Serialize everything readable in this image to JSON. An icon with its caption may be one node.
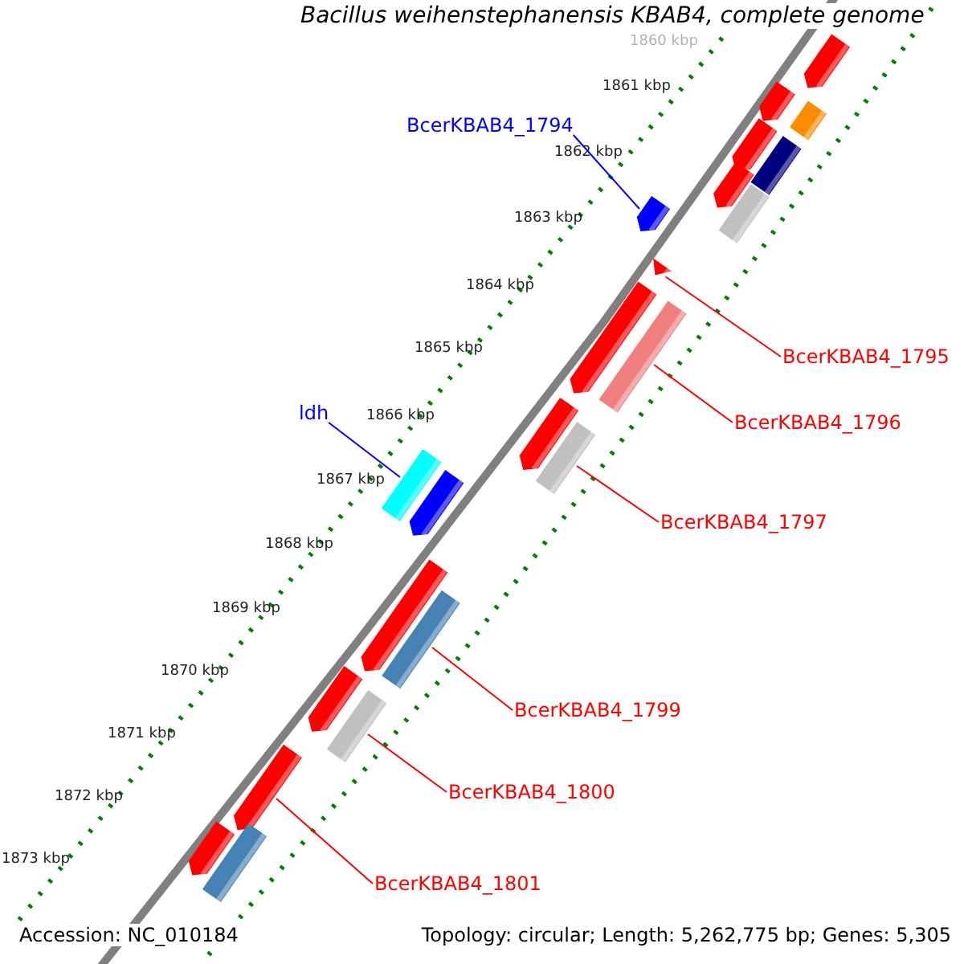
{
  "diagram": {
    "title": "Bacillus weihenstephanensis KBAB4, complete genome",
    "nodes": [
      {
        "text": [
          "BcerKBAB4_1794"
        ]
      },
      {
        "text": [],
        "shape": "arrow"
      },
      {
        "text": [
          "BcerKBAB4_1795"
        ]
      },
      {
        "text": [],
        "shape": "triangle"
      },
      {
        "text": [
          "BcerKBAB4_1796"
        ]
      },
      {
        "text": [],
        "shape": "box"
      },
      {
        "text": [
          "ldh"
        ]
      },
      {
        "text": [],
        "shape": "box"
      },
      {
        "text": [
          "BcerKBAB4_1797"
        ]
      },
      {
        "text": [],
        "shape": "box"
      },
      {
        "text": [
          "BcerKBAB4_1799"
        ]
      },
      {
        "text": [],
        "shape": "box"
      },
      {
        "text": [
          "BcerKBAB4_1800"
        ]
      },
      {
        "text": [],
        "shape": "box"
      },
      {
        "text": [
          "BcerKBAB4_1801"
        ]
      },
      {
        "text": [],
        "shape": "arrow"
      },
      {
        "text": [],
        "shape": "arrow"
      },
      {
        "text": [],
        "shape": "arrow"
      },
      {
        "text": [],
        "shape": "box"
      },
      {
        "text": [],
        "shape": "arrow"
      },
      {
        "text": [],
        "shape": "box"
      },
      {
        "text": [],
        "shape": "arrow"
      },
      {
        "text": [],
        "shape": "box"
      },
      {
        "text": [],
        "shape": "arrow"
      },
      {
        "text": [],
        "shape": "arrow"
      },
      {
        "text": [],
        "shape": "arrow"
      },
      {
        "text": [],
        "shape": "arrow"
      },
      {
        "text": [],
        "shape": "arrow"
      },
      {
        "text": [],
        "shape": "arrow"
      },
      {
        "text": [],
        "shape": "box"
      }
    ],
    "edges": [
      {
        "from": 0,
        "to": 1,
        "arrow": "none",
        "color": "#0000ff"
      },
      {
        "from": 2,
        "to": 3,
        "arrow": "none"
      },
      {
        "from": 4,
        "to": 5,
        "arrow": "none"
      },
      {
        "from": 6,
        "to": 7,
        "arrow": "none",
        "color": "#0000ff"
      },
      {
        "from": 8,
        "to": 9,
        "arrow": "none"
      },
      {
        "from": 10,
        "to": 11,
        "arrow": "none"
      },
      {
        "from": 12,
        "to": 13,
        "arrow": "none"
      },
      {
        "from": 14,
        "to": 15,
        "arrow": "none"
      }
    ],
    "labels": [
      "1860 kbp",
      "1861 kbp",
      "1862 kbp",
      "1863 kbp",
      "1864 kbp",
      "1865 kbp",
      "1866 kbp",
      "1867 kbp",
      "1868 kbp",
      "1869 kbp",
      "1870 kbp",
      "1871 kbp",
      "1872 kbp",
      "1873 kbp",
      "Accession: NC_010184",
      "Topology: circular; Length: 5,262,775 bp; Genes: 5,305"
    ]
  }
}
